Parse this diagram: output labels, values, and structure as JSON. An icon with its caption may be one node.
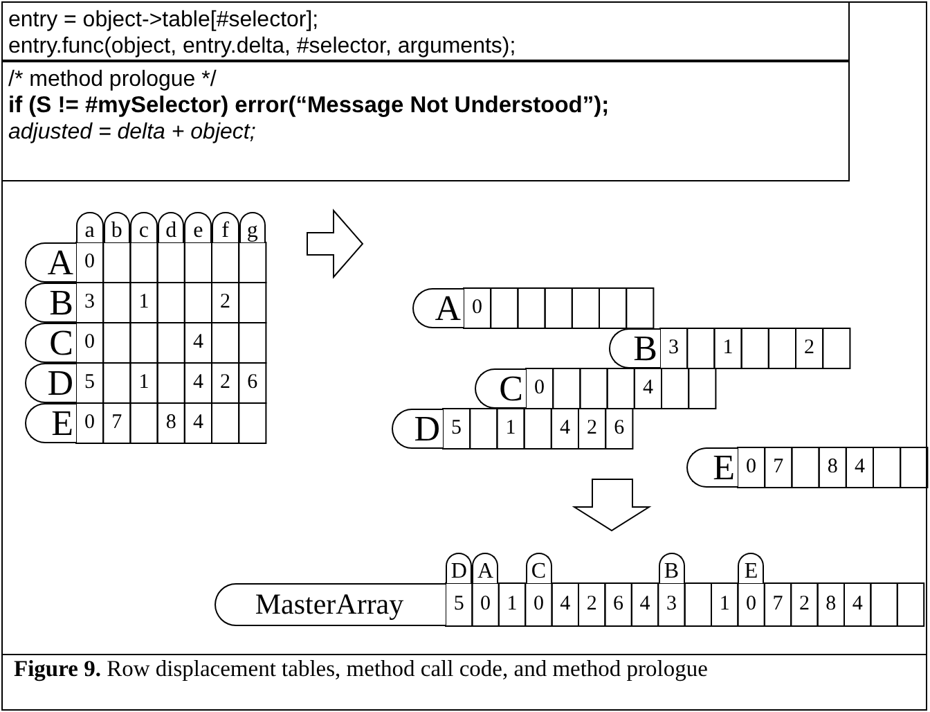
{
  "diagram": {
    "caption": "**Figure 9.** Row displacement tables, method call code, and method prologue",
    "nodes": [
      {
        "text": [
          "entry = object->table[#selector];",
          "entry.func(object, entry.delta, #selector, arguments);"
        ]
      },
      {
        "text": [
          "/* method prologue */",
          "if (S != #mySelector) error(“Message Not Understood”);",
          "adjusted = delta + object;"
        ]
      },
      {
        "text": [
          "a"
        ]
      },
      {
        "text": [
          "b"
        ]
      },
      {
        "text": [
          "c"
        ]
      },
      {
        "text": [
          "d"
        ]
      },
      {
        "text": [
          "e"
        ]
      },
      {
        "text": [
          "f"
        ]
      },
      {
        "text": [
          "g"
        ]
      },
      {
        "text": [
          "A"
        ]
      },
      {
        "text": [
          "B"
        ]
      },
      {
        "text": [
          "C"
        ]
      },
      {
        "text": [
          "D"
        ]
      },
      {
        "text": [
          "E"
        ]
      },
      {
        "text": [
          "A"
        ]
      },
      {
        "text": [
          "B"
        ]
      },
      {
        "text": [
          "C"
        ]
      },
      {
        "text": [
          "D"
        ]
      },
      {
        "text": [
          "E"
        ]
      },
      {
        "text": [
          "MasterArray"
        ]
      },
      {
        "text": [
          "D"
        ]
      },
      {
        "text": [
          "A"
        ]
      },
      {
        "text": [
          "C"
        ]
      },
      {
        "text": [
          "B"
        ]
      },
      {
        "text": [
          "E"
        ]
      }
    ],
    "labels": [
      "0",
      "3",
      "1",
      "2",
      "0",
      "4",
      "5",
      "1",
      "4",
      "2",
      "6",
      "0",
      "7",
      "8",
      "4",
      "0",
      "3",
      "1",
      "2",
      "0",
      "4",
      "5",
      "1",
      "4",
      "2",
      "6",
      "0",
      "7",
      "8",
      "4",
      "5",
      "0",
      "1",
      "0",
      "4",
      "2",
      "6",
      "4",
      "3",
      "1",
      "0",
      "7",
      "2",
      "8",
      "4"
    ]
  }
}
